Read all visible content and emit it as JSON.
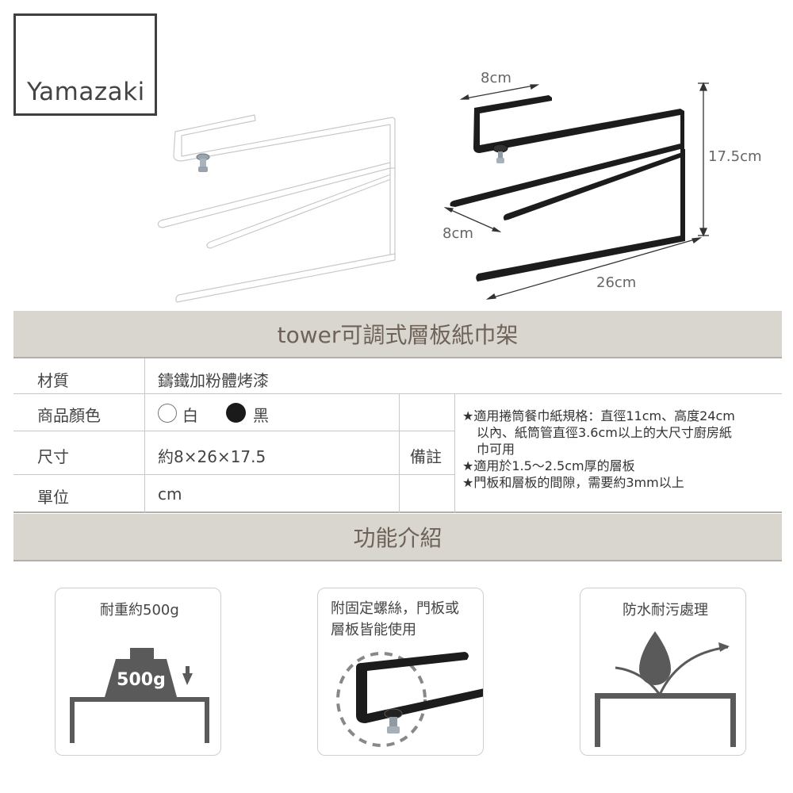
{
  "brand": {
    "logo_text": "Yamazaki"
  },
  "product_images": {
    "white_variant": {
      "color": "#ffffff",
      "label": "white rack"
    },
    "black_variant": {
      "color": "#1a1a1a",
      "label": "black rack"
    }
  },
  "dimensions": {
    "top_depth": "8cm",
    "bottom_depth": "8cm",
    "height": "17.5cm",
    "width": "26cm"
  },
  "spec_section": {
    "title": "tower可調式層板紙巾架",
    "rows": [
      {
        "label": "材質",
        "value": "鑄鐵加粉體烤漆"
      },
      {
        "label": "商品顏色",
        "value": "",
        "colors": [
          {
            "name": "白",
            "swatch": "#ffffff"
          },
          {
            "name": "黑",
            "swatch": "#1a1a1a"
          }
        ]
      },
      {
        "label": "尺寸",
        "value": "約8×26×17.5"
      },
      {
        "label": "單位",
        "value": "cm"
      }
    ],
    "notes_label": "備註",
    "notes": [
      "★適用捲筒餐巾紙規格：直徑11cm、高度24cm",
      "以內、紙筒管直徑3.6cm以上的大尺寸廚房紙",
      "巾可用",
      "★適用於1.5〜2.5cm厚的層板",
      "★門板和層板的間隙，需要約3mm以上"
    ]
  },
  "features_section": {
    "title": "功能介紹",
    "cards": [
      {
        "title": "耐重約500g",
        "icon": "weight-on-shelf-icon",
        "weight_label": "500g"
      },
      {
        "title_line1": "附固定螺絲，門板或",
        "title_line2": "層板皆能使用",
        "icon": "fixing-screw-icon"
      },
      {
        "title": "防水耐污處理",
        "icon": "water-repellent-icon"
      }
    ]
  },
  "colors": {
    "band_bg": "#d9d6cf",
    "band_text": "#6e6259",
    "icon_gray": "#5a5a5a"
  }
}
